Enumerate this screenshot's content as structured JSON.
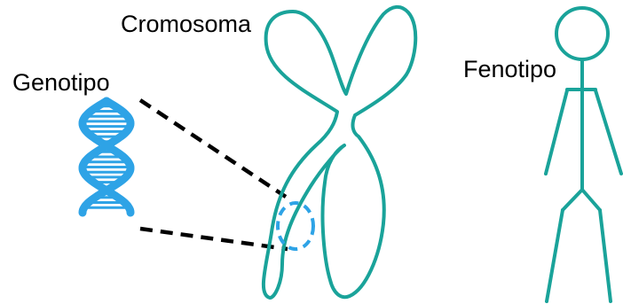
{
  "labels": {
    "chromosome": "Cromosoma",
    "genotype": "Genotipo",
    "phenotype": "Fenotipo"
  },
  "colors": {
    "chromosome": "#1aa39a",
    "figure": "#1aa39a",
    "dna": "#2ea3e6",
    "zoom_circle": "#2ea3e6",
    "zoom_lines": "#000000",
    "text": "#000000"
  },
  "icons": {
    "dna": "dna-double-helix-icon",
    "person": "stick-figure-icon"
  }
}
